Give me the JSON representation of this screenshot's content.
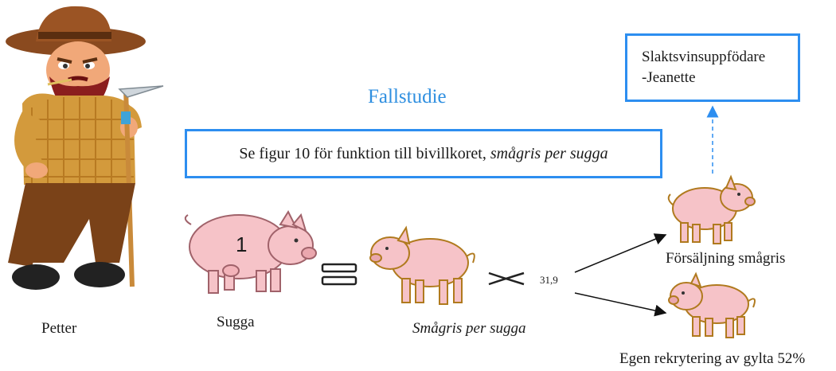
{
  "title": "Fallstudie",
  "note": {
    "text": "Se figur 10 för funktion till bivillkoret, ",
    "italic": "smågris per sugga"
  },
  "destination": {
    "line1": "Slaktsvinsuppfödare",
    "line2": "-Jeanette"
  },
  "farmer": {
    "label": "Petter"
  },
  "sow": {
    "label": "Sugga",
    "number": "1"
  },
  "piglets": {
    "label": "Smågris per sugga"
  },
  "multiplier": {
    "value": "31,9"
  },
  "outputs": {
    "sale": "Försäljning smågris",
    "recruitment": "Egen rekrytering av gylta 52%"
  },
  "colors": {
    "accent": "#2d8ef0",
    "pig": "#f6c3c8",
    "pig_outline": "#a0626a"
  }
}
